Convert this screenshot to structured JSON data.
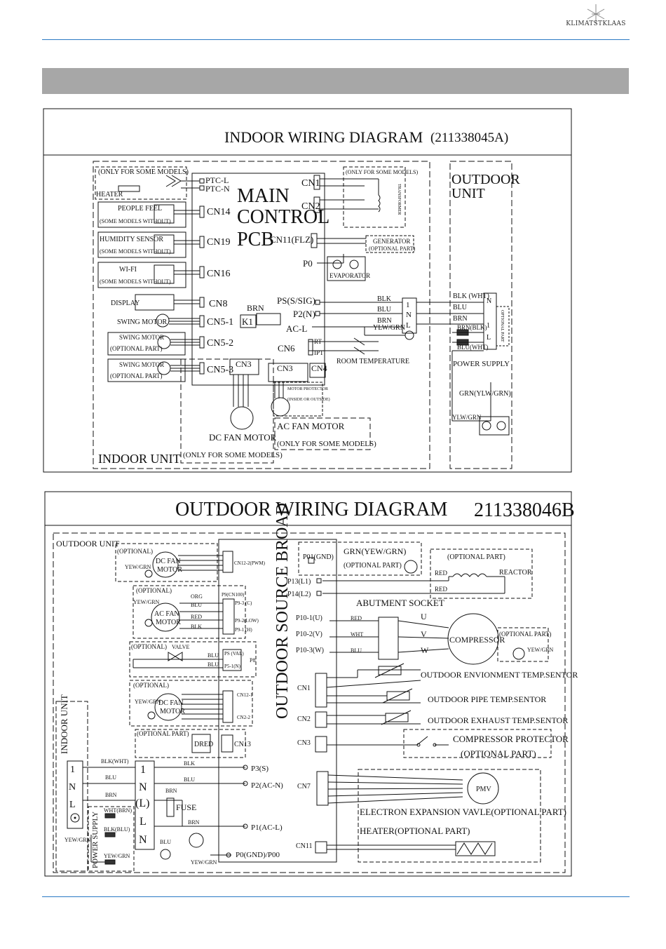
{
  "logo": {
    "text": "KLIMATSTKLAAS"
  },
  "indoor": {
    "title": "INDOOR WIRING DIAGRAM",
    "code": "(211338045A)",
    "outdoor_unit": [
      "OUTDOOR",
      "UNIT"
    ],
    "pcb": [
      "MAIN",
      "CONTROL",
      "PCB"
    ],
    "only_some_models": "(ONLY FOR SOME MODELS)",
    "heater": "HEATER",
    "ptc_l": "PTC-L",
    "ptc_n": "PTC-N",
    "cn14": "CN14",
    "cn19": "CN19",
    "cn16": "CN16",
    "cn8": "CN8",
    "cn5_1": "CN5-1",
    "cn5_2": "CN5-2",
    "cn5_3": "CN5-3",
    "cn1": "CN1",
    "cn2": "CN2",
    "cn11": "CN11(FLZ)",
    "p0": "P0",
    "cn6": "CN6",
    "cn3a": "CN3",
    "cn3b": "CN3",
    "cn4": "CN4",
    "people_feel": "PEOPLE FEEL",
    "people_feel_sub": "(SOME MODELS WITHOUT)",
    "humidity": "HUMIDITY SENSOR",
    "humidity_sub": "(SOME MODELS WITHOUT)",
    "wifi": "WI-FI",
    "wifi_sub": "(SOME MODELS WITHOUT)",
    "display": "DISPLAY",
    "swing": "SWING MOTOR",
    "swing_opt1": "SWING MOTOR",
    "swing_opt1_sub": "(OPTIONAL PART)",
    "swing_opt2": "SWING MOTOR",
    "swing_opt2_sub": "(OPTIONAL PART)",
    "only_some_models_tr": "(ONLY FOR SOME MODELS)",
    "transformer": "TRANSFORMER",
    "generator": "GENERATOR",
    "generator_sub": "(OPTIONAL PART)",
    "evaporator": "EVAPORATOR",
    "brn": "BRN",
    "k1": "K1",
    "ps": "PS(S/SIG)",
    "p2": "P2(N)",
    "acl": "AC-L",
    "rt": "RT",
    "ipt": "IPT",
    "room_temp": "ROOM TEMPERATURE",
    "blk": "BLK",
    "blu": "BLU",
    "brn2": "BRN",
    "ylwgrn": "YLW/GRN",
    "blk_wht": "BLK (WHT)",
    "blu2": "BLU",
    "brn3": "BRN",
    "brn_blk": "BRN(BLK)",
    "blu_wht": "BLU(WHT)",
    "optional_part": "OPTIONAL PART",
    "power_supply": "POWER SUPPLY",
    "grn_ylw": "GRN(YLW/GRN)",
    "ylw_grn2": "YLW/GRN",
    "term_n": "N",
    "term_1": "1",
    "term_l": "L",
    "dc_fan": "DC FAN MOTOR",
    "dc_fan_sub": "(ONLY FOR SOME MODELS)",
    "ac_fan": "AC FAN MOTOR",
    "ac_fan_sub": "(ONLY FOR SOME MODELS)",
    "motor_protector": "MOTOR PROTECTOR",
    "motor_protector_sub": "(INSIDE OR OUTSIDE)",
    "indoor_unit": "INDOOR UNIT"
  },
  "outdoor": {
    "title": "OUTDOOR WIRING DIAGRAM",
    "code": "211338046B",
    "outdoor_unit": "OUTDOOR UNIT",
    "indoor_unit": "INDOOR UNIT",
    "broad": "OUTDOOR SOURCE BROAD",
    "optional": "(OPTIONAL)",
    "optional_part": "(OPTIONAL PART)",
    "dc_fan_motor": [
      "DC FAN",
      "MOTOR"
    ],
    "ac_fan_motor": [
      "AC FAN",
      "MOTOR"
    ],
    "yew_grn": "YEW/GRN",
    "cn12_2": "CN12-2(PWM)",
    "p9": "P9(CN100)",
    "p9_3": "P9-3 (C)",
    "p9_2": "P9-2(LOW)",
    "p9_1": "P9-1 (H)",
    "org": "ORG",
    "blu": "BLU",
    "red": "RED",
    "blk": "BLK",
    "valve": "VALVE",
    "ps_val": "PS (VAL)",
    "p5": "P5-1(N)",
    "p8": "P8",
    "cn12_1": "CN12-1",
    "cn2_2": "CN2-2",
    "dred": "DRED",
    "cn13": "CN13",
    "p01": "P01(GND)",
    "grn": "GRN(YEW/GRN)",
    "p13": "P13(L1)",
    "p14": "P14(L2)",
    "reactor": "REACTOR",
    "abutment": "ABUTMENT SOCKET",
    "p10_1": "P10-1(U)",
    "p10_2": "P10-2(V)",
    "p10_3": "P10-3(W)",
    "wht": "WHT",
    "u": "U",
    "v": "V",
    "w": "W",
    "compressor": "COMPRESSOR",
    "cn1": "CN1",
    "cn2": "CN2",
    "cn3": "CN3",
    "cn7": "CN7",
    "cn11": "CN11",
    "env": "OUTDOOR ENVIONMENT TEMP.SENTOR",
    "pipe": "OUTDOOR PIPE TEMP.SENTOR",
    "exhaust": "OUTDOOR EXHAUST TEMP.SENTOR",
    "comp_prot": "COMPRESSOR PROTECTOR",
    "comp_prot_sub": "(OPTIONAL PART)",
    "pmv": "PMV",
    "eev": "ELECTRON EXPANSION VAVLE(OPTIONAL PART)",
    "heater": "HEATER(OPTIONAL PART)",
    "p3": "P3(S)",
    "p2": "P2(AC-N)",
    "p1": "P1(AC-L)",
    "p0": "P0(GND)/P00",
    "blk_wht": "BLK(WHT)",
    "brn": "BRN",
    "wht_brn": "WHT(BRN)",
    "blk_blu": "BLK(BLU)",
    "fuse": "FUSE",
    "power_supply": "POWER SUPPLY",
    "t1": "1",
    "tn": "N",
    "tl": "L",
    "tl2": "(L)"
  }
}
